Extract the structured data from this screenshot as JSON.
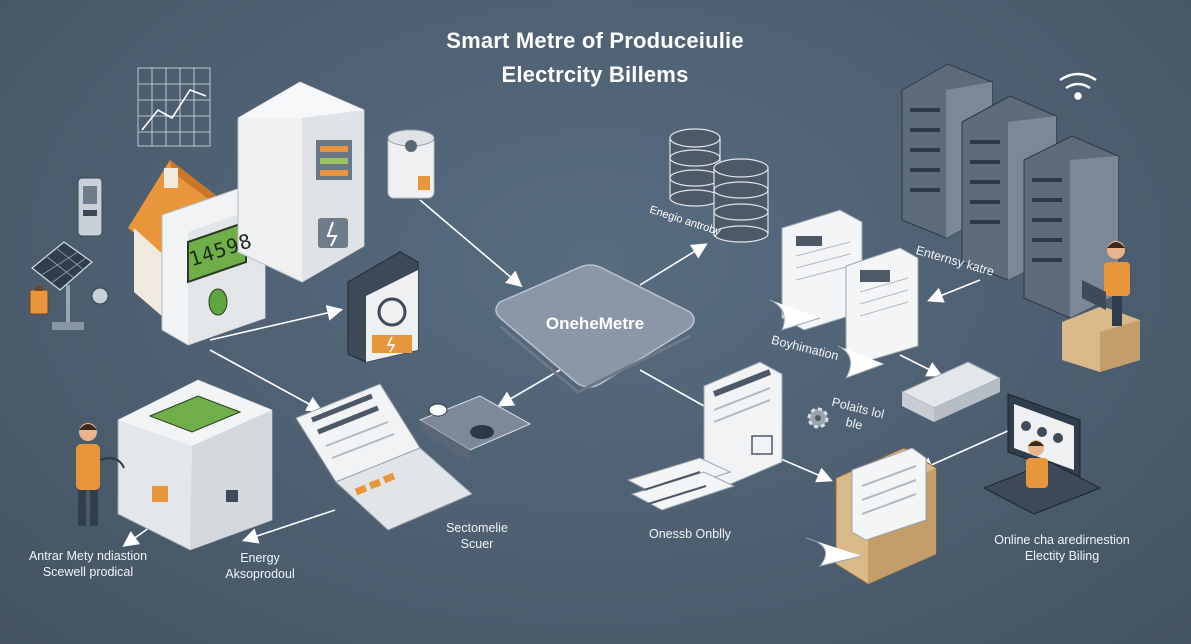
{
  "title": {
    "line1": "Smart Metre of Produceiulie",
    "line2": "Electrcity Billems"
  },
  "hub": {
    "label": "OneheMetre"
  },
  "meter": {
    "display": "14598"
  },
  "labels": {
    "energy_activity": "Enegio antroby",
    "entermy_ratre": "Enternsy katre",
    "boynimation": "Boyhimation",
    "polaitis": "Polaits lol\nble",
    "sectomelie": "Sectomelie\nScuer",
    "onessb": "Onessb Onblly",
    "antrar": "Antrar Mety ndiastion\nScewell prodical",
    "energy": "Energy\nAksoprodoul",
    "online": "Online cha aredirnestion\nElectity Biling"
  },
  "colors": {
    "background": "#4f6173",
    "accent": "#e8963c",
    "screen": "#7fb85a",
    "hub": "#8d9aab",
    "arrow": "#ffffff"
  },
  "icons": [
    "house-icon",
    "solar-panel-icon",
    "smart-meter-icon",
    "server-rack-icon",
    "database-icon",
    "document-icon",
    "person-icon",
    "laptop-icon",
    "gear-icon",
    "wifi-icon",
    "battery-icon",
    "envelope-icon"
  ]
}
